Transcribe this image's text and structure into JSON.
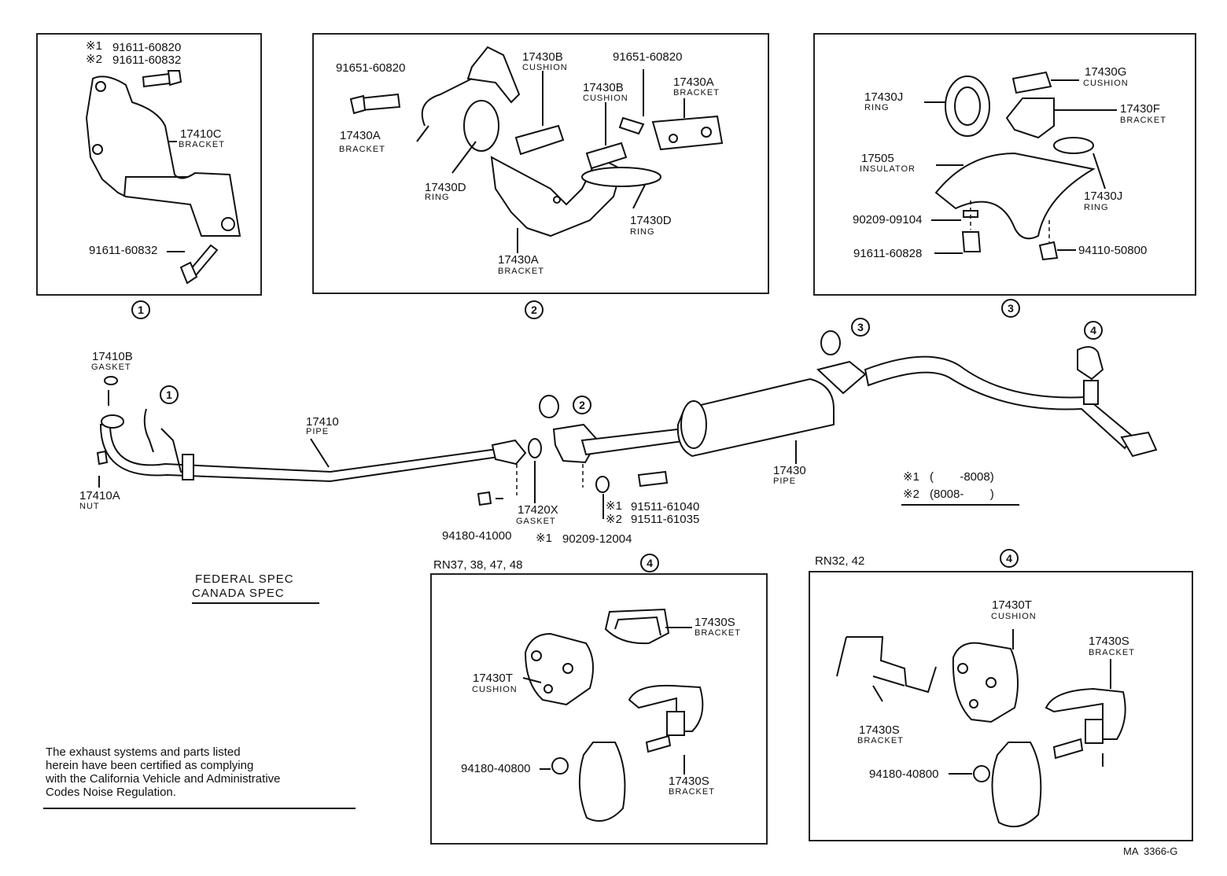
{
  "circles": {
    "c1": "1",
    "c2": "2",
    "c3": "3",
    "c4": "4"
  },
  "box1": {
    "note1_mark": "※1",
    "note1_part": "91611-60820",
    "note2_mark": "※2",
    "note2_part": "91611-60832",
    "bracket_part": "17410C",
    "bracket_name": "BRACKET",
    "bolt_part": "91611-60832"
  },
  "box2": {
    "bolt_left": "91651-60820",
    "cushion1_part": "17430B",
    "cushion1_name": "CUSHION",
    "bolt_right": "91651-60820",
    "cushion2_part": "17430B",
    "cushion2_name": "CUSHION",
    "bracket_right_part": "17430A",
    "bracket_right_name": "BRACKET",
    "bracket_left_part": "17430A",
    "bracket_left_name": "BRACKET",
    "ring_left_part": "17430D",
    "ring_left_name": "RING",
    "ring_right_part": "17430D",
    "ring_right_name": "RING",
    "bracket_bottom_part": "17430A",
    "bracket_bottom_name": "BRACKET"
  },
  "box3": {
    "ring_left_part": "17430J",
    "ring_left_name": "RING",
    "cushion_part": "17430G",
    "cushion_name": "CUSHION",
    "bracket_part": "17430F",
    "bracket_name": "BRACKET",
    "insulator_part": "17505",
    "insulator_name": "INSULATOR",
    "ring_right_part": "17430J",
    "ring_right_name": "RING",
    "washer_part": "90209-09104",
    "bolt_part": "91611-60828",
    "nut_part": "94110-50800"
  },
  "main": {
    "gasket_part": "17410B",
    "gasket_name": "GASKET",
    "nut_part": "17410A",
    "nut_name": "NUT",
    "pipe_part": "17410",
    "pipe_name": "PIPE",
    "nut2_part": "94180-41000",
    "gasket2_part": "17420X",
    "gasket2_name": "GASKET",
    "bolt1_mark": "※1",
    "bolt1_part": "91511-61040",
    "bolt2_mark": "※2",
    "bolt2_part": "91511-61035",
    "washer_mark": "※1",
    "washer_part": "90209-12004",
    "muffler_part": "17430",
    "muffler_name": "PIPE"
  },
  "legend": {
    "row1_mark": "※1",
    "row1_text": "(        -8008)",
    "row2_mark": "※2",
    "row2_text": "(8008-        )"
  },
  "spec": {
    "line1": "FEDERAL SPEC",
    "line2": "CANADA SPEC"
  },
  "note_lines": [
    "The exhaust systems and parts listed",
    "herein have been certified as complying",
    "with the California Vehicle and Administrative",
    "Codes Noise Regulation."
  ],
  "box4a": {
    "header": "RN37, 38, 47, 48",
    "bracket_top_part": "17430S",
    "bracket_top_name": "BRACKET",
    "cushion_part": "17430T",
    "cushion_name": "CUSHION",
    "nut_part": "94180-40800",
    "bracket_bottom_part": "17430S",
    "bracket_bottom_name": "BRACKET"
  },
  "box4b": {
    "header": "RN32, 42",
    "cushion_part": "17430T",
    "cushion_name": "CUSHION",
    "bracket_right_part": "17430S",
    "bracket_right_name": "BRACKET",
    "bracket_left_part": "17430S",
    "bracket_left_name": "BRACKET",
    "nut_part": "94180-40800"
  },
  "footer_code": "MA  3366-G"
}
